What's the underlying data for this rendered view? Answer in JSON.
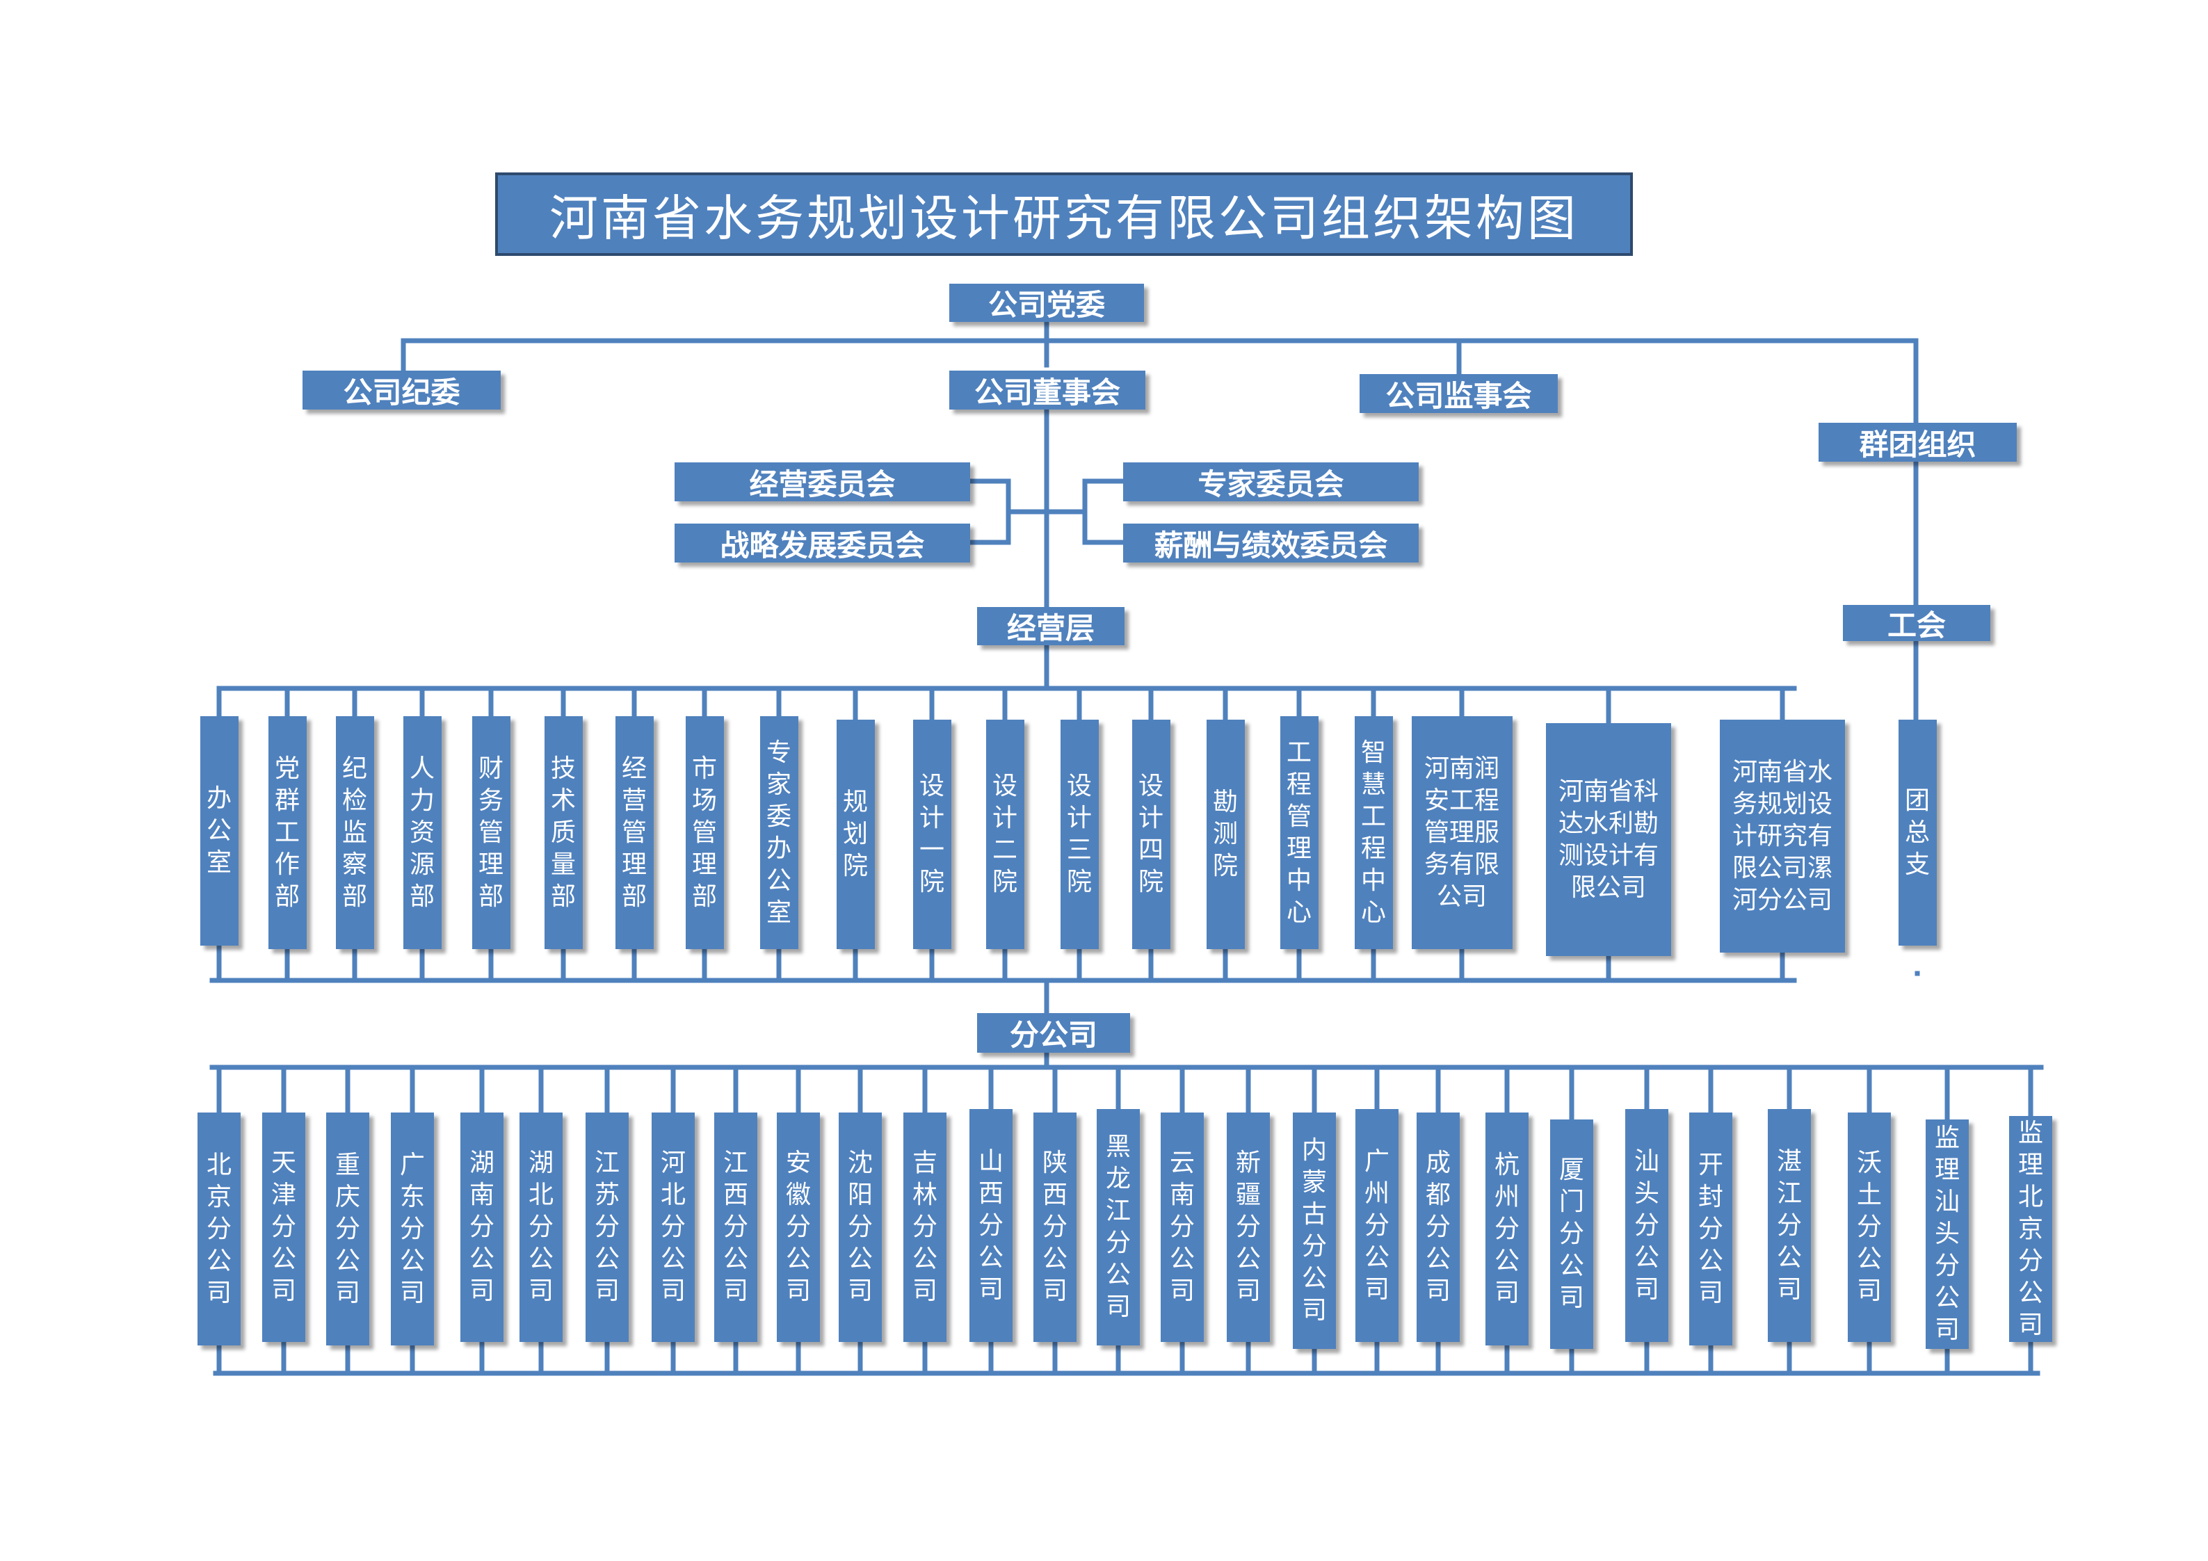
{
  "title": "河南省水务规划设计研究有限公司组织架构图",
  "colors": {
    "box": "#4f81bd",
    "line": "#4f81bd",
    "text": "#ffffff",
    "title_border": "#2e4a6e"
  },
  "nodes": {
    "party": "公司党委",
    "discipline": "公司纪委",
    "board": "公司董事会",
    "supervisors": "公司监事会",
    "mass": "群团组织",
    "business_committee": "经营委员会",
    "strategy_committee": "战略发展委员会",
    "expert_committee": "专家委员会",
    "salary_committee": "薪酬与绩效委员会",
    "management": "经营层",
    "union": "工会",
    "youth": "团总支",
    "branches_header": "分公司"
  },
  "departments": [
    "办公室",
    "党群工作部",
    "纪检监察部",
    "人力资源部",
    "财务管理部",
    "技术质量部",
    "经营管理部",
    "市场管理部",
    "专家委办公室",
    "规划院",
    "设计一院",
    "设计二院",
    "设计三院",
    "设计四院",
    "勘测院",
    "工程管理中心",
    "智慧工程中心",
    "河南润安工程管理服务有限公司",
    "河南省科达水利勘测设计有限公司",
    "河南省水务规划设计研究有限公司漯河分公司"
  ],
  "branches": [
    "北京分公司",
    "天津分公司",
    "重庆分公司",
    "广东分公司",
    "湖南分公司",
    "湖北分公司",
    "江苏分公司",
    "河北分公司",
    "江西分公司",
    "安徽分公司",
    "沈阳分公司",
    "吉林分公司",
    "山西分公司",
    "陕西分公司",
    "黑龙江分公司",
    "云南分公司",
    "新疆分公司",
    "内蒙古分公司",
    "广州分公司",
    "成都分公司",
    "杭州分公司",
    "厦门分公司",
    "汕头分公司",
    "开封分公司",
    "湛江分公司",
    "沃土分公司",
    "监理汕头分公司",
    "监理北京分公司"
  ]
}
